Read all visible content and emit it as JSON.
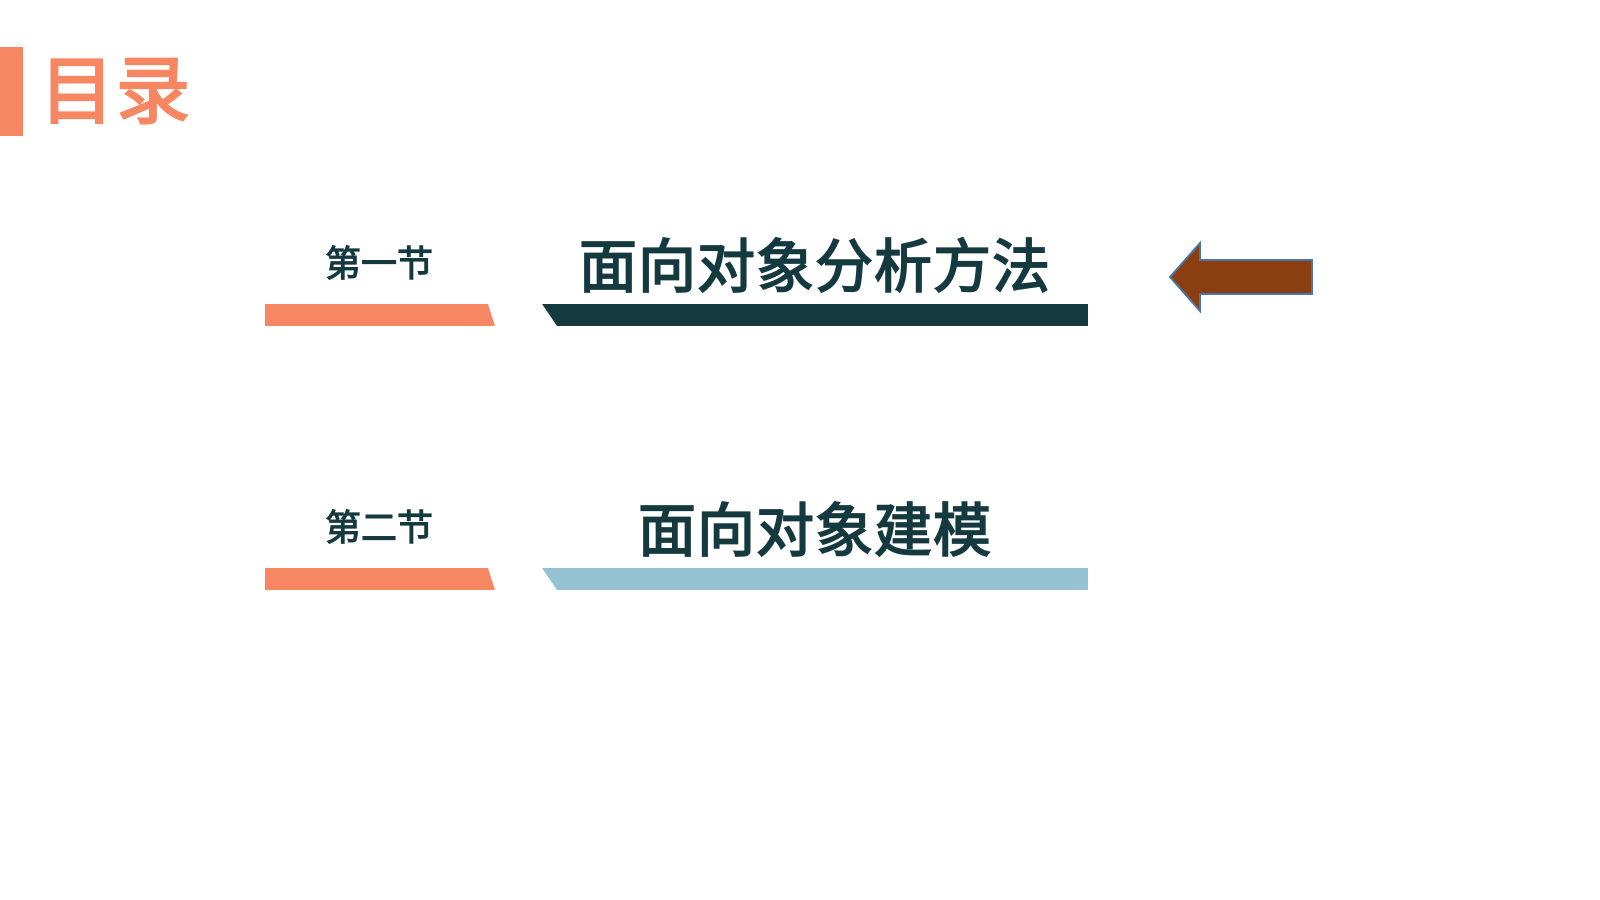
{
  "slide": {
    "title": "目录",
    "accent_color": "#f78762",
    "dark_color": "#143a40",
    "light_color": "#95c3d3",
    "arrow_color": "#8b3e0f",
    "arrow_outline_color": "#4a76a8"
  },
  "sections": [
    {
      "label": "第一节",
      "title": "面向对象分析方法",
      "active": true
    },
    {
      "label": "第二节",
      "title": "面向对象建模",
      "active": false
    }
  ],
  "current_marker": {
    "icon": "left-arrow-icon",
    "points_to_section": 1
  }
}
